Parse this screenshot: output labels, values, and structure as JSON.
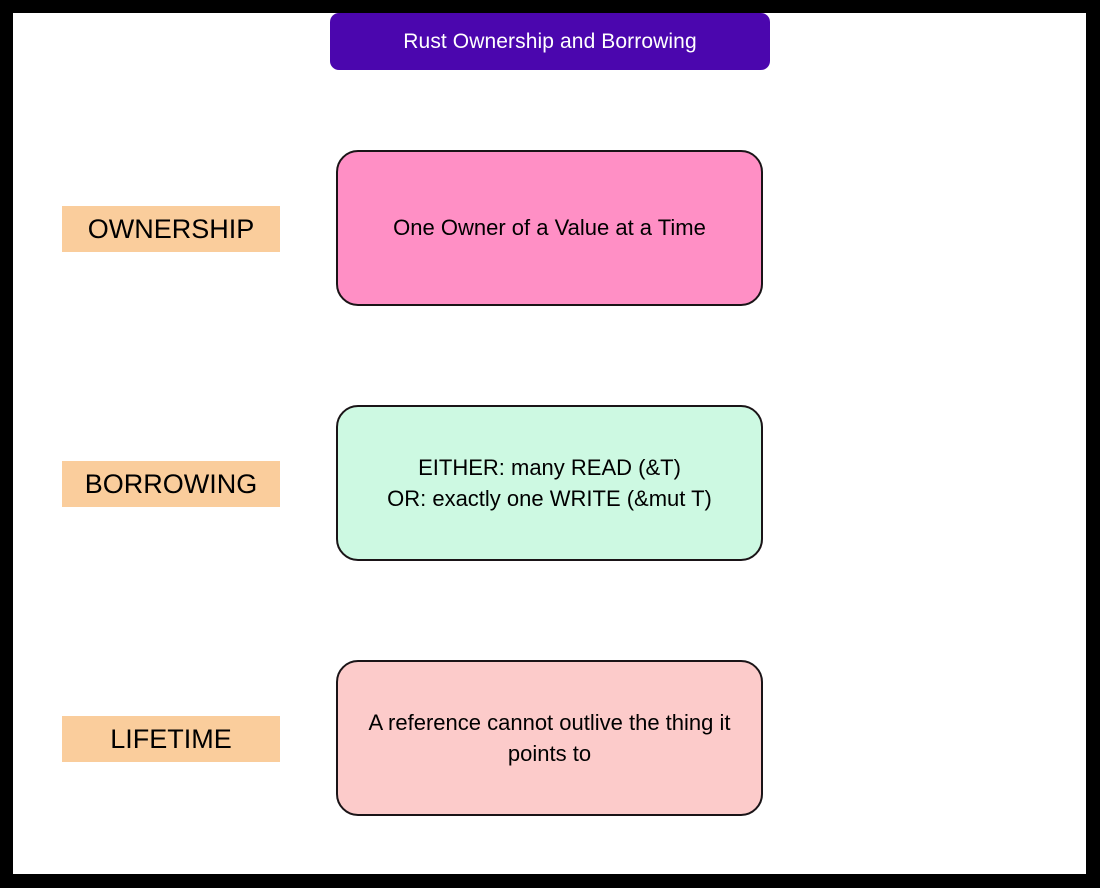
{
  "slide": {
    "title": "Rust Ownership and Borrowing",
    "frame_color": "#000000",
    "canvas_color": "#ffffff",
    "title_bg_color": "#4b06ae",
    "title_text_color": "#ffffff",
    "label_bg_color": "#facd9c"
  },
  "rows": [
    {
      "label": "OWNERSHIP",
      "text": "One Owner of a Value at a Time",
      "box_color": "#ff8fc5",
      "box_border_color": "#1a1417"
    },
    {
      "label": "BORROWING",
      "text": "EITHER: many READ (&T)\nOR: exactly one WRITE (&mut T)",
      "box_color": "#cdf9e2",
      "box_border_color": "#1a1417"
    },
    {
      "label": "LIFETIME",
      "text": "A reference cannot outlive the thing it points to",
      "box_color": "#fccbca",
      "box_border_color": "#1a1417"
    }
  ]
}
